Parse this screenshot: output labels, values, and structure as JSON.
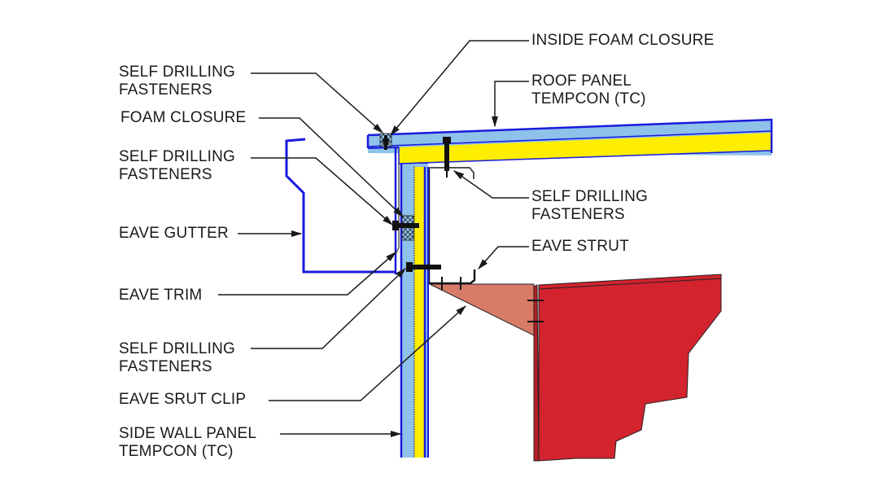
{
  "diagram": {
    "title": "Eave detail with Tempcon panels",
    "colors": {
      "panel_skin": "#8ec2ea",
      "panel_edge": "#1a1adc",
      "insulation": "#ffee00",
      "gutter": "#1a1adc",
      "clip": "#d87c68",
      "rafter": "#d2232e",
      "line": "#1a1a1a"
    },
    "labels": {
      "self_drilling_1_line1": "SELF DRILLING",
      "self_drilling_1_line2": "FASTENERS",
      "foam_closure": "FOAM CLOSURE",
      "self_drilling_2_line1": "SELF DRILLING",
      "self_drilling_2_line2": "FASTENERS",
      "eave_gutter": "EAVE GUTTER",
      "eave_trim": "EAVE TRIM",
      "self_drilling_3_line1": "SELF DRILLING",
      "self_drilling_3_line2": "FASTENERS",
      "eave_strut_clip": "EAVE SRUT CLIP",
      "side_wall_panel_line1": "SIDE WALL PANEL",
      "side_wall_panel_line2": "TEMPCON (TC)",
      "inside_foam_closure": "INSIDE FOAM CLOSURE",
      "roof_panel_line1": "ROOF PANEL",
      "roof_panel_line2": "TEMPCON (TC)",
      "self_drilling_4_line1": "SELF DRILLING",
      "self_drilling_4_line2": "FASTENERS",
      "eave_strut": "EAVE STRUT"
    }
  }
}
